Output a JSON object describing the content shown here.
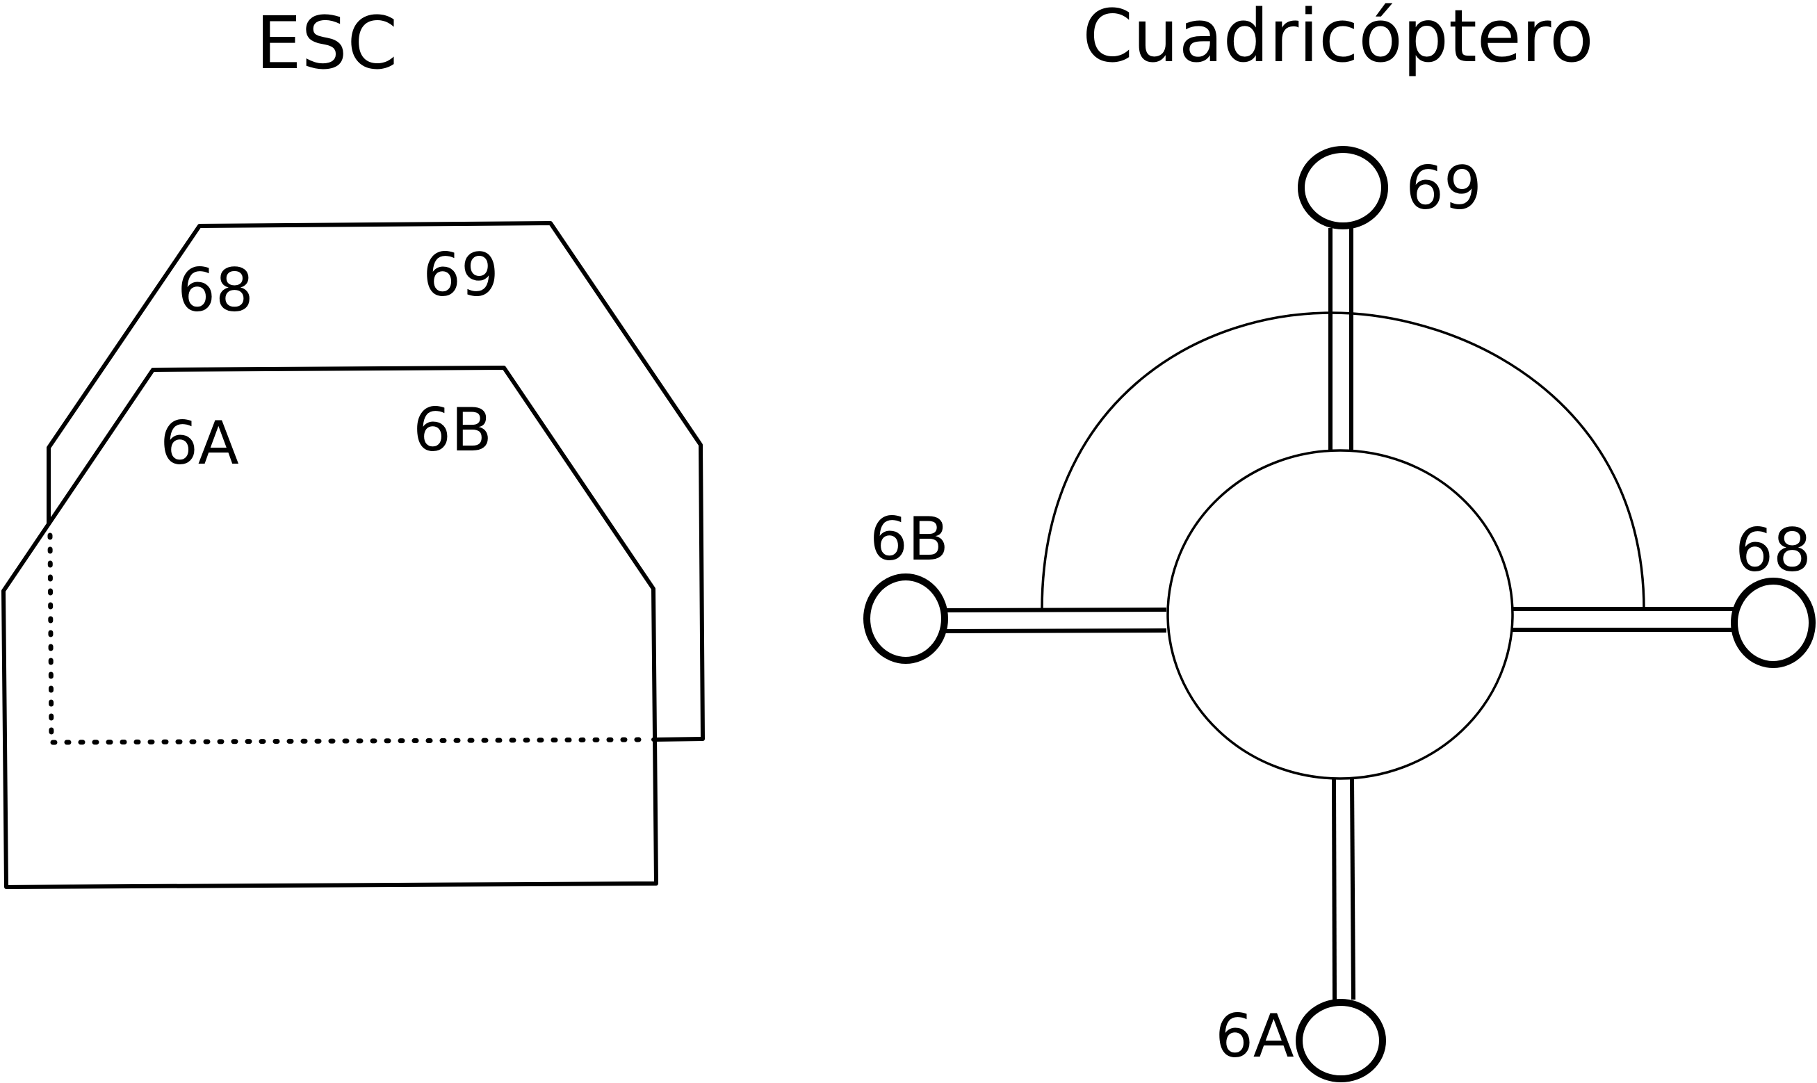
{
  "esc": {
    "title": "ESC",
    "labels": {
      "l68": "68",
      "l69": "69",
      "l6A": "6A",
      "l6B": "6B"
    }
  },
  "quad": {
    "title": "Cuadricóptero",
    "labels": {
      "l69": "69",
      "l6B": "6B",
      "l68": "68",
      "l6A": "6A"
    }
  },
  "colors": {
    "stroke": "#000000",
    "background": "#ffffff"
  }
}
